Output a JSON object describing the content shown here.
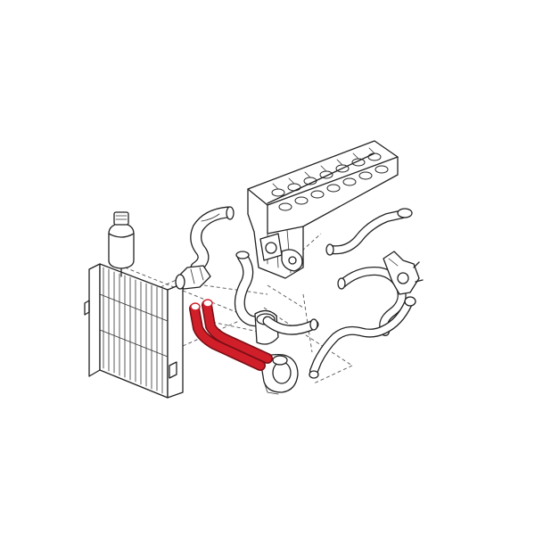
{
  "diagram": {
    "highlight_color": "#d11f2a",
    "line_color": "#222222",
    "background_color": "#ffffff",
    "parts": [
      {
        "name": "radiator"
      },
      {
        "name": "expansion-tank"
      },
      {
        "name": "cylinder-head"
      },
      {
        "name": "upper-radiator-hose"
      },
      {
        "name": "lower-radiator-hose",
        "highlighted": true
      },
      {
        "name": "water-pump"
      },
      {
        "name": "thermostat-housing"
      },
      {
        "name": "heater-hoses"
      }
    ]
  }
}
